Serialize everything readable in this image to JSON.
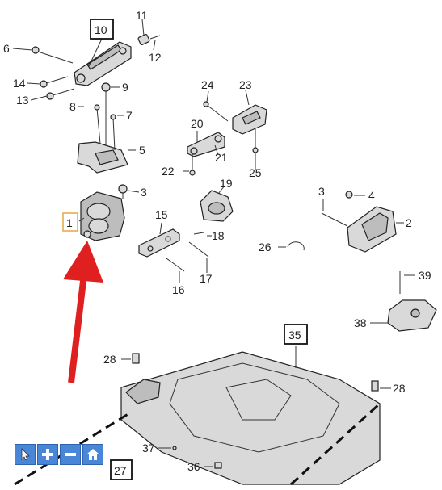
{
  "callouts": {
    "p1": "1",
    "p2": "2",
    "p3a": "3",
    "p3b": "3",
    "p4": "4",
    "p5": "5",
    "p6": "6",
    "p7": "7",
    "p8": "8",
    "p9": "9",
    "p10": "10",
    "p11": "11",
    "p12": "12",
    "p13": "13",
    "p14": "14",
    "p15": "15",
    "p16": "16",
    "p17": "17",
    "p18": "18",
    "p19": "19",
    "p20": "20",
    "p21": "21",
    "p22": "22",
    "p23": "23",
    "p24": "24",
    "p25": "25",
    "p26": "26",
    "p27": "27",
    "p28a": "28",
    "p28b": "28",
    "p35": "35",
    "p36": "36",
    "p37": "37",
    "p38": "38",
    "p39": "39"
  },
  "colors": {
    "arrow": "#e02020",
    "highlight": "#e8a640",
    "toolbar": "#4a86d8"
  },
  "toolbar": {
    "buttons": [
      {
        "icon": "pointer-icon"
      },
      {
        "icon": "zoom-in-icon"
      },
      {
        "icon": "zoom-out-icon"
      },
      {
        "icon": "home-icon"
      }
    ]
  }
}
